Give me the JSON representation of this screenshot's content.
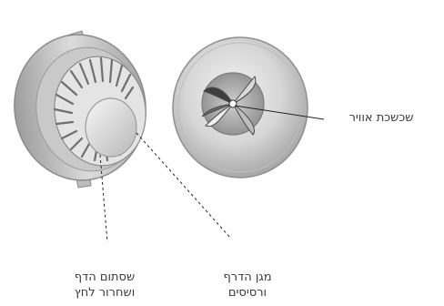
{
  "labels": {
    "aerator": "שכשכת אוויר",
    "drain_stopper": [
      "שסתום הדף",
      "ושחרור לחץ"
    ],
    "drain_guard": [
      "מגן הדרף",
      "ורסיסים"
    ]
  },
  "colors": {
    "metal_light": "#e8e8e8",
    "metal_mid": "#bdbdbd",
    "metal_dark": "#7a7a7a",
    "leader_line": "#222222",
    "text": "#3a3a3a"
  }
}
